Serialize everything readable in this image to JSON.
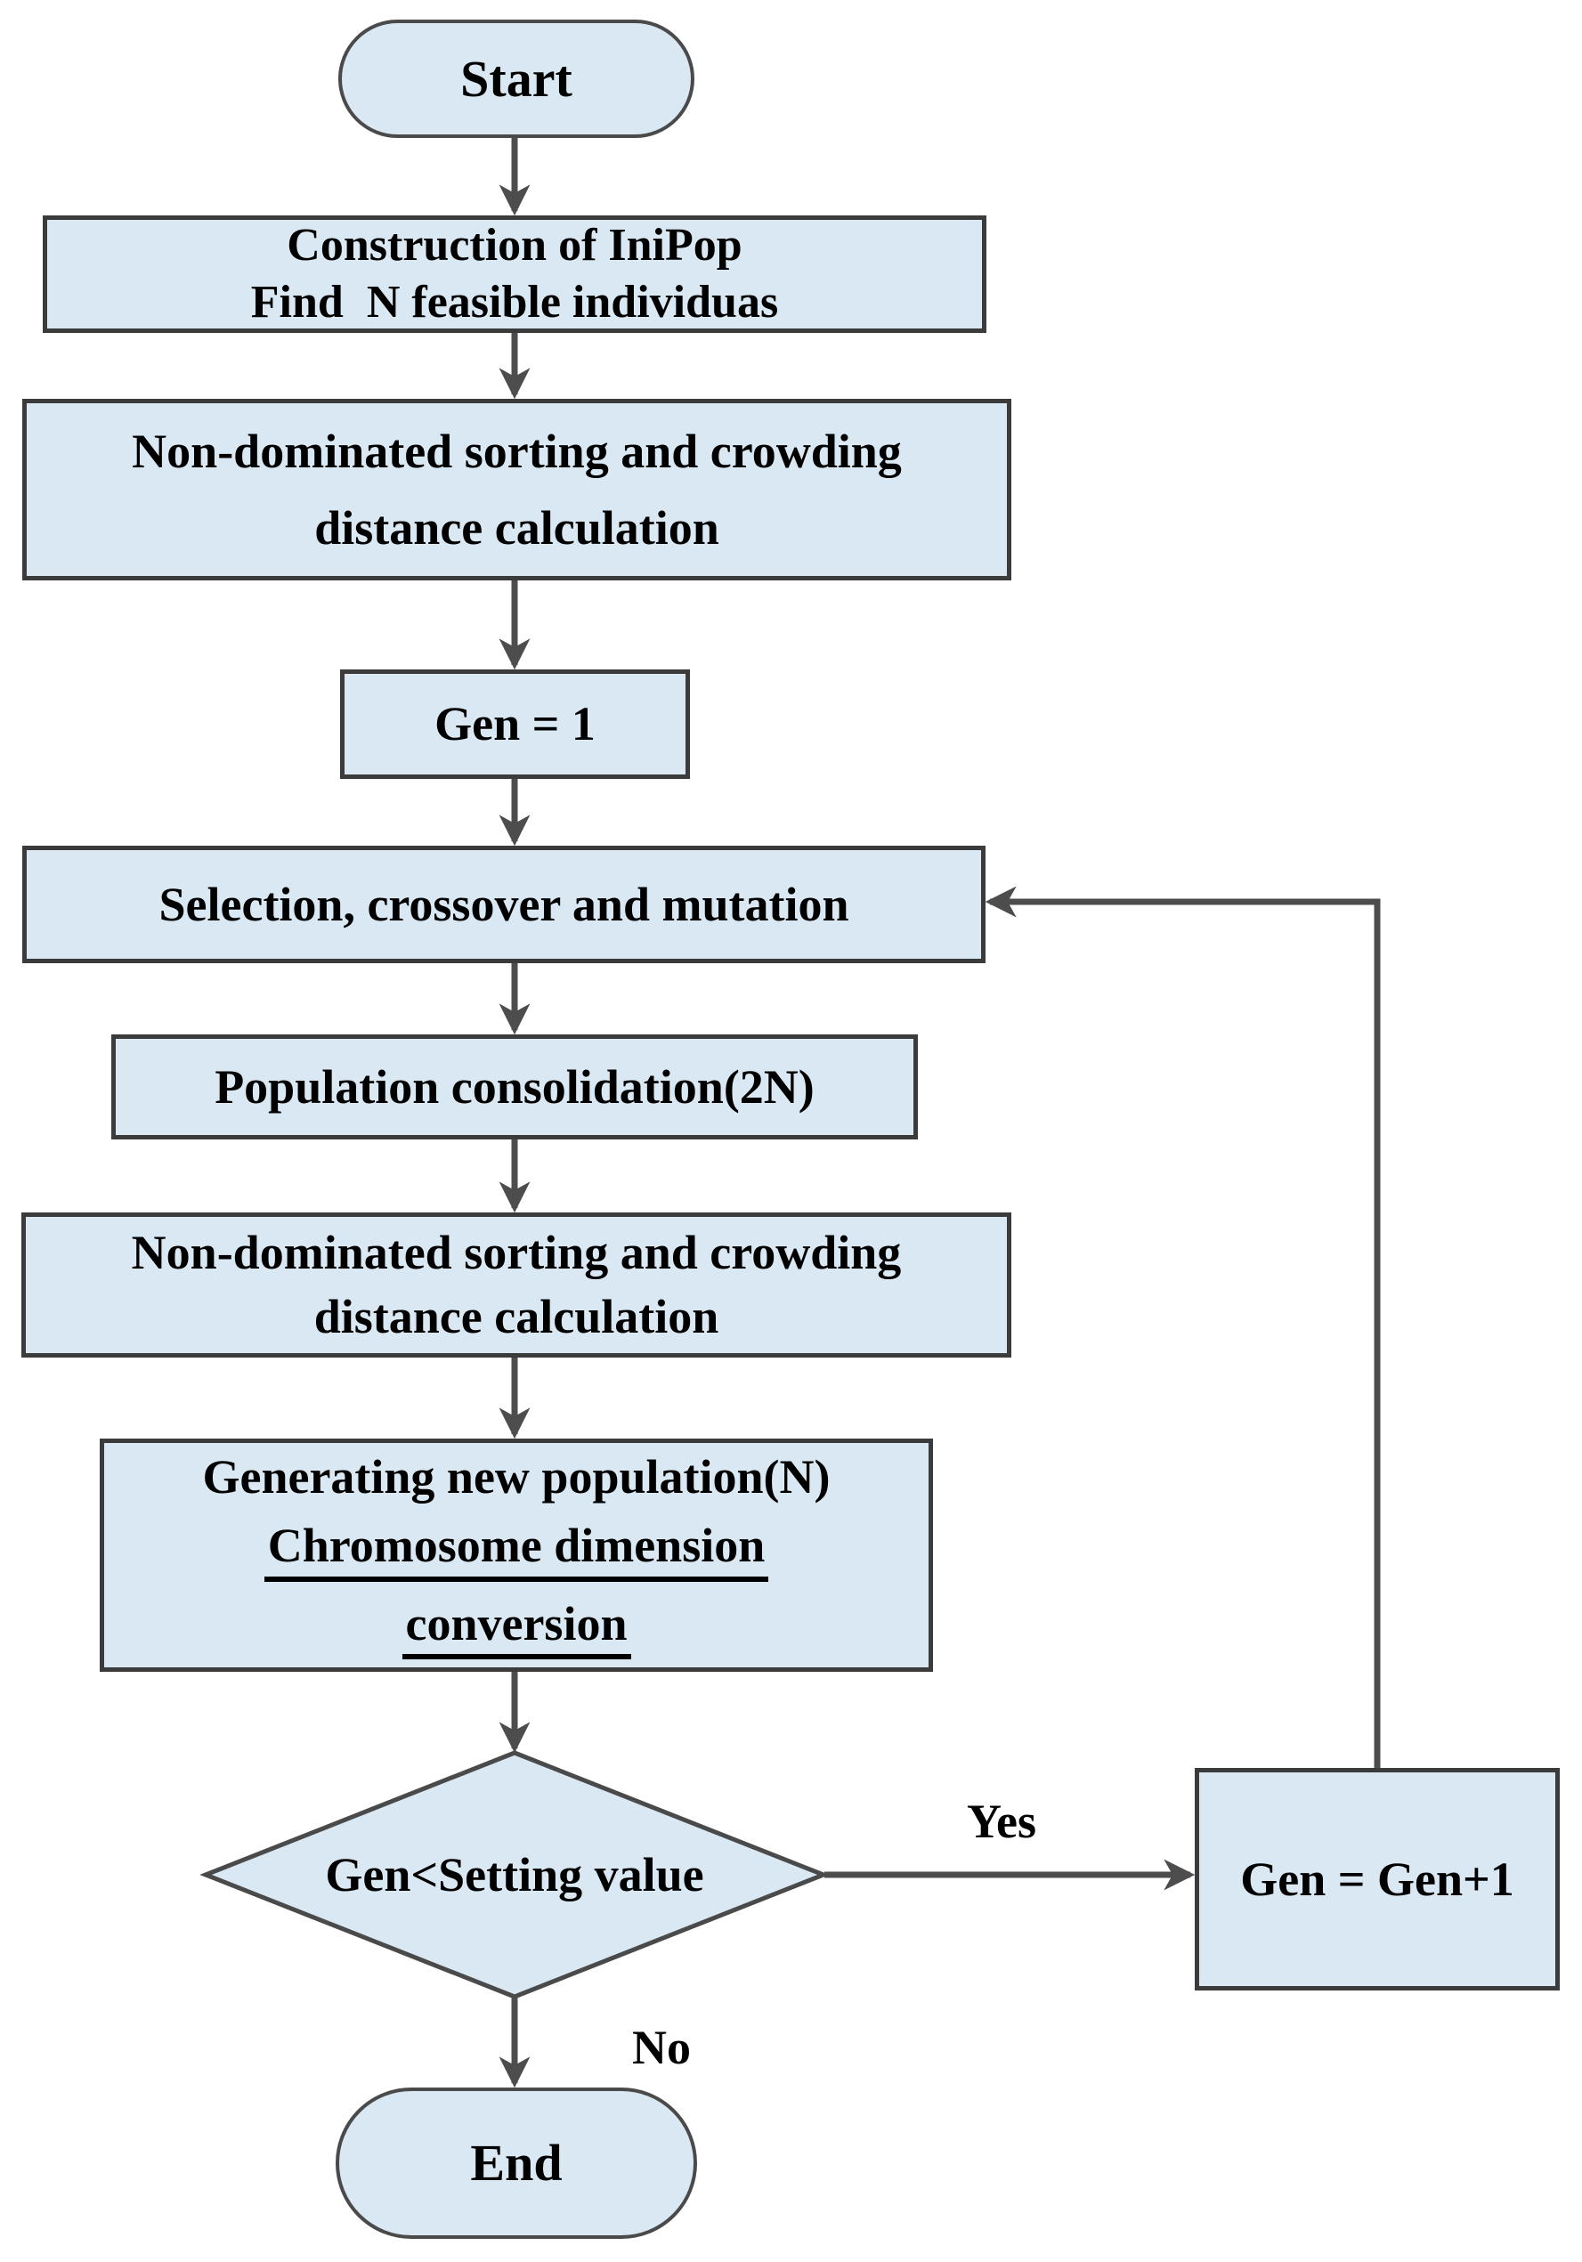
{
  "nodes": {
    "start": {
      "label": "Start"
    },
    "construction": {
      "line1": "Construction of IniPop",
      "line2": "Find  N feasible individuas"
    },
    "sorting1": {
      "line1": "Non-dominated sorting and crowding",
      "line2": "distance calculation"
    },
    "gen_init": {
      "label": "Gen = 1"
    },
    "selection": {
      "label": "Selection, crossover and mutation"
    },
    "consolidation": {
      "label": "Population consolidation(2N)"
    },
    "sorting2": {
      "line1": "Non-dominated sorting and crowding",
      "line2": "distance calculation"
    },
    "new_population": {
      "line1": "Generating new population(N)",
      "line2": "Chromosome dimension",
      "line3": "conversion"
    },
    "decision": {
      "label": "Gen<Setting value"
    },
    "gen_increment": {
      "label": "Gen = Gen+1"
    },
    "end": {
      "label": "End"
    }
  },
  "edges": {
    "yes_label": "Yes",
    "no_label": "No"
  },
  "colors": {
    "node_fill": "#d9e8f2",
    "node_border": "#3b3b3b",
    "arrow": "#4d4d4d",
    "text": "#000000"
  }
}
